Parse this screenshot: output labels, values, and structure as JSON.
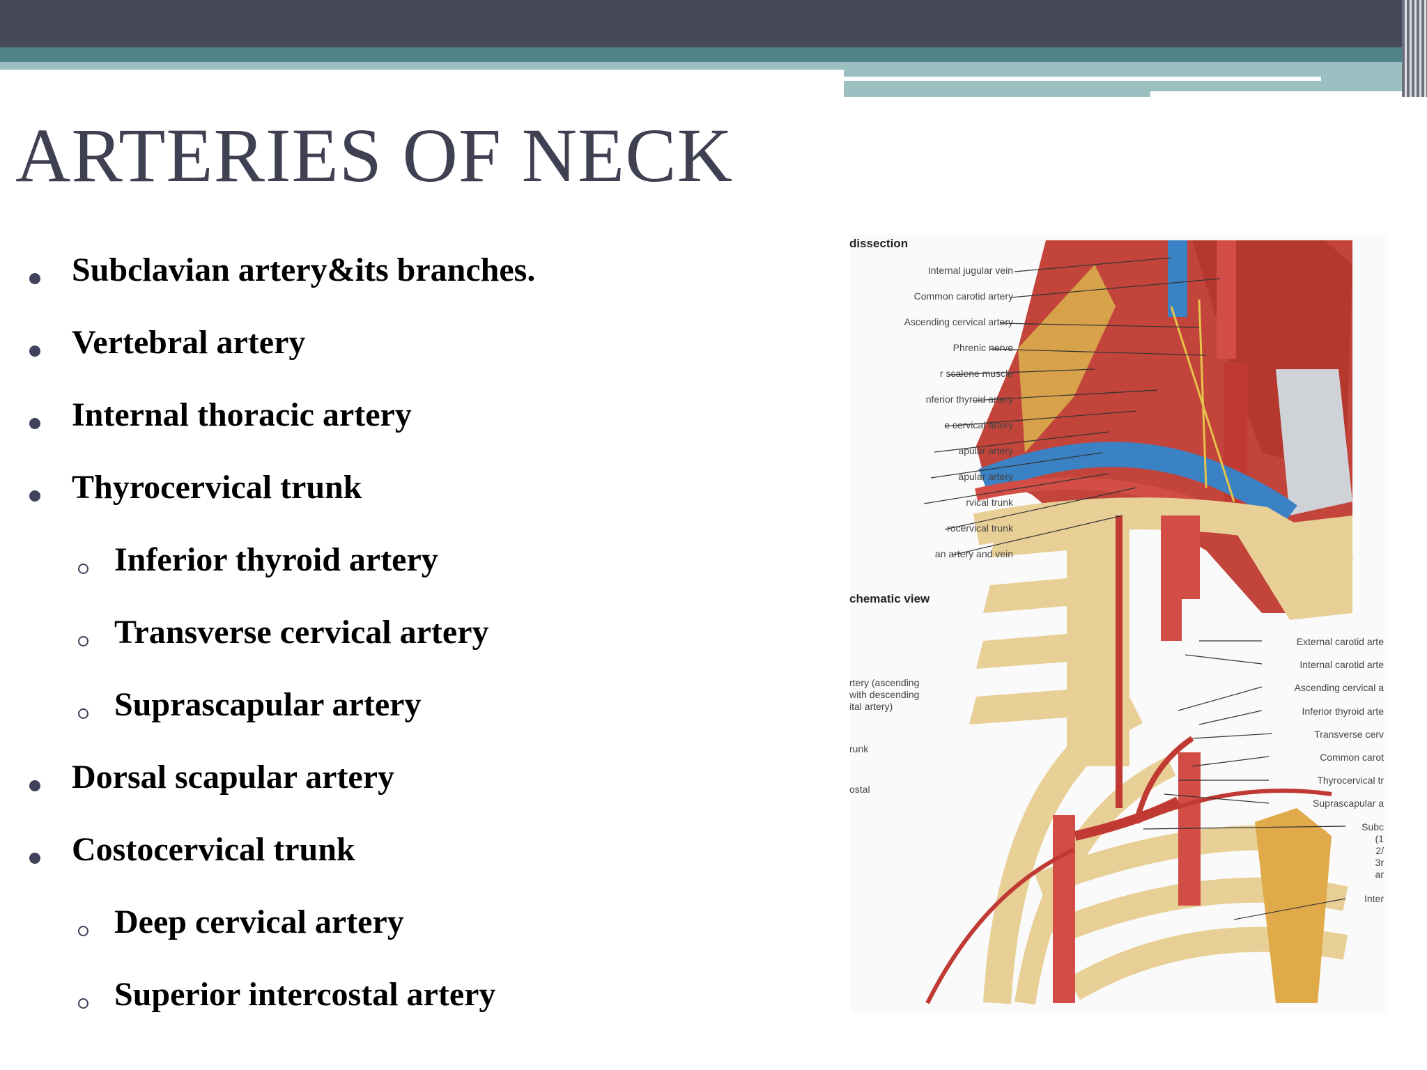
{
  "title": "ARTERIES OF NECK",
  "items": [
    {
      "level": 1,
      "text": " Subclavian artery&its branches."
    },
    {
      "level": 1,
      "text": "Vertebral artery"
    },
    {
      "level": 1,
      "text": "Internal thoracic artery"
    },
    {
      "level": 1,
      "text": "Thyrocervical trunk"
    },
    {
      "level": 2,
      "text": "Inferior thyroid artery"
    },
    {
      "level": 2,
      "text": "Transverse cervical artery"
    },
    {
      "level": 2,
      "text": "Suprascapular artery"
    },
    {
      "level": 1,
      "text": "Dorsal scapular artery"
    },
    {
      "level": 1,
      "text": "Costocervical trunk"
    },
    {
      "level": 2,
      "text": "Deep cervical artery"
    },
    {
      "level": 2,
      "text": "Superior intercostal artery"
    }
  ],
  "figure": {
    "top_heading": "dissection",
    "bottom_heading": "chematic view",
    "top_labels": [
      "Internal jugular vein",
      "Common carotid artery",
      "Ascending cervical artery",
      "Phrenic nerve",
      "r scalene muscle",
      "nferior thyroid artery",
      "e cervical artery",
      "apular artery",
      "apular artery",
      "rvical trunk",
      "rocervical trunk",
      "an artery and vein"
    ],
    "bottom_left_labels": [
      "rtery (ascending",
      "with descending",
      "ital artery)",
      "runk",
      "ostal"
    ],
    "bottom_right_labels": [
      "External carotid arte",
      "Internal carotid arte",
      "Ascending cervical a",
      "Inferior thyroid arte",
      "Transverse cerv",
      "Common carot",
      "Thyrocervical tr",
      "Suprascapular a",
      "Subc",
      "(1",
      "2/",
      "3r",
      "ar",
      "Inter"
    ]
  }
}
